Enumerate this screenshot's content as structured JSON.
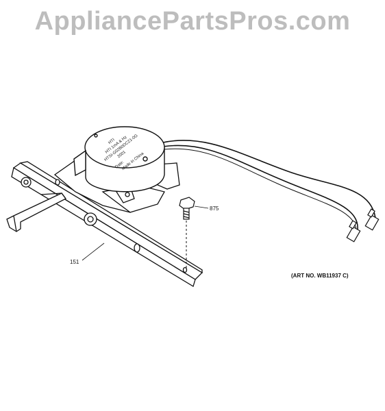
{
  "watermark": "AppliancePartsPros.com",
  "callouts": {
    "screw": "875",
    "bracket": "151"
  },
  "art_number": "(ART NO. WB11937 C)",
  "motor_label": {
    "line1": "HTI",
    "line2": "HTI 1mA & Hz",
    "line3": "HTSI-G02B0DCZ1-0G",
    "line4": "2001",
    "line5": "Date:",
    "line6": "Made in China"
  }
}
